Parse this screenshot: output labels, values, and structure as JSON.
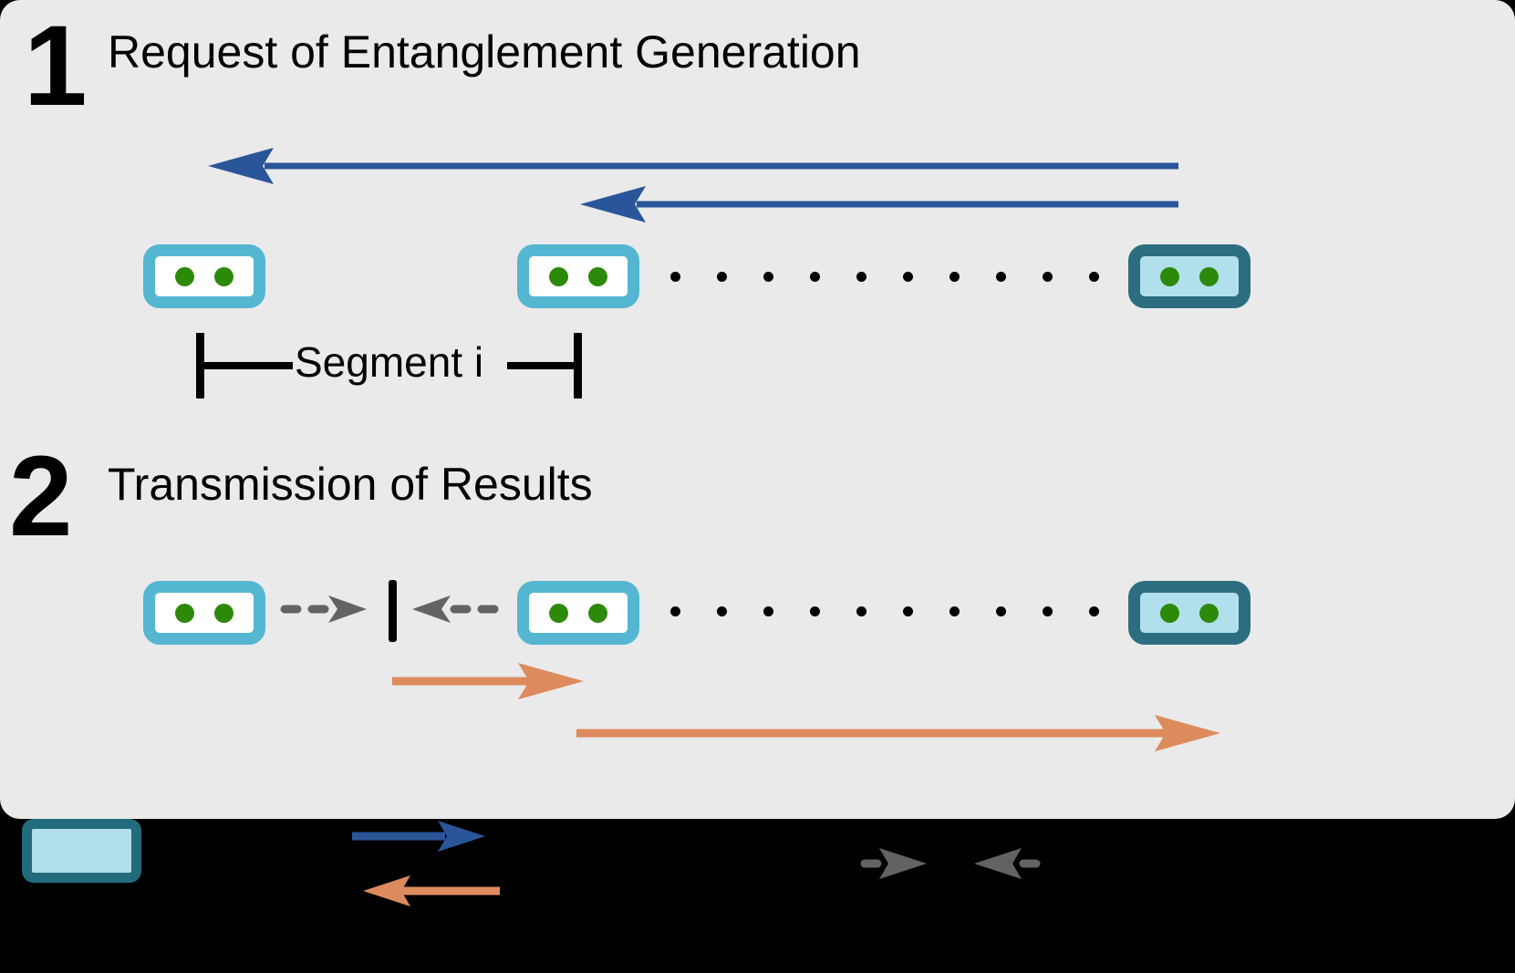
{
  "figure": {
    "background_color": "#000000",
    "panel_color": "#eaeaea"
  },
  "colors": {
    "blue_arrow": "#2a5599",
    "orange_arrow": "#dd8b5d",
    "gray_dashed_arrow": "#636363",
    "node_light_border": "#55b6d2",
    "node_light_fill": "#ffffff",
    "node_dark_border": "#2c6e7f",
    "node_dark_fill": "#b2dfec",
    "qubit_dot": "#2d8a09",
    "ellipsis_dot": "#000000",
    "text": "#000000"
  },
  "steps": [
    {
      "number": "1",
      "title": "Request of Entanglement Generation",
      "bracket_label": "Segment i"
    },
    {
      "number": "2",
      "title": "Transmission of Results"
    }
  ],
  "nodes": {
    "step1": [
      {
        "type": "light",
        "qubits": 2
      },
      {
        "type": "light",
        "qubits": 2
      },
      {
        "type": "dark",
        "qubits": 2
      }
    ],
    "step2": [
      {
        "type": "light",
        "qubits": 2
      },
      {
        "type": "light",
        "qubits": 2
      },
      {
        "type": "dark",
        "qubits": 2
      }
    ]
  },
  "ellipsis": {
    "count": 10
  },
  "arrows": {
    "step1": [
      {
        "name": "request-arrow-long",
        "direction": "left",
        "color": "#2a5599",
        "style": "solid"
      },
      {
        "name": "request-arrow-short",
        "direction": "left",
        "color": "#2a5599",
        "style": "solid"
      }
    ],
    "step2_dashed": [
      {
        "name": "result-dashed-right",
        "direction": "right",
        "color": "#636363",
        "style": "dashed"
      },
      {
        "name": "result-dashed-left",
        "direction": "left",
        "color": "#636363",
        "style": "dashed"
      }
    ],
    "step2_solid": [
      {
        "name": "result-arrow-short",
        "direction": "right",
        "color": "#dd8b5d",
        "style": "solid"
      },
      {
        "name": "result-arrow-long",
        "direction": "right",
        "color": "#dd8b5d",
        "style": "solid"
      }
    ]
  },
  "legend": {
    "items": [
      {
        "name": "node-swatch",
        "label": ""
      },
      {
        "name": "blue-arrow-swatch",
        "label": ""
      },
      {
        "name": "orange-arrow-swatch",
        "label": ""
      },
      {
        "name": "dashed-arrows-swatch",
        "label": ""
      }
    ]
  }
}
